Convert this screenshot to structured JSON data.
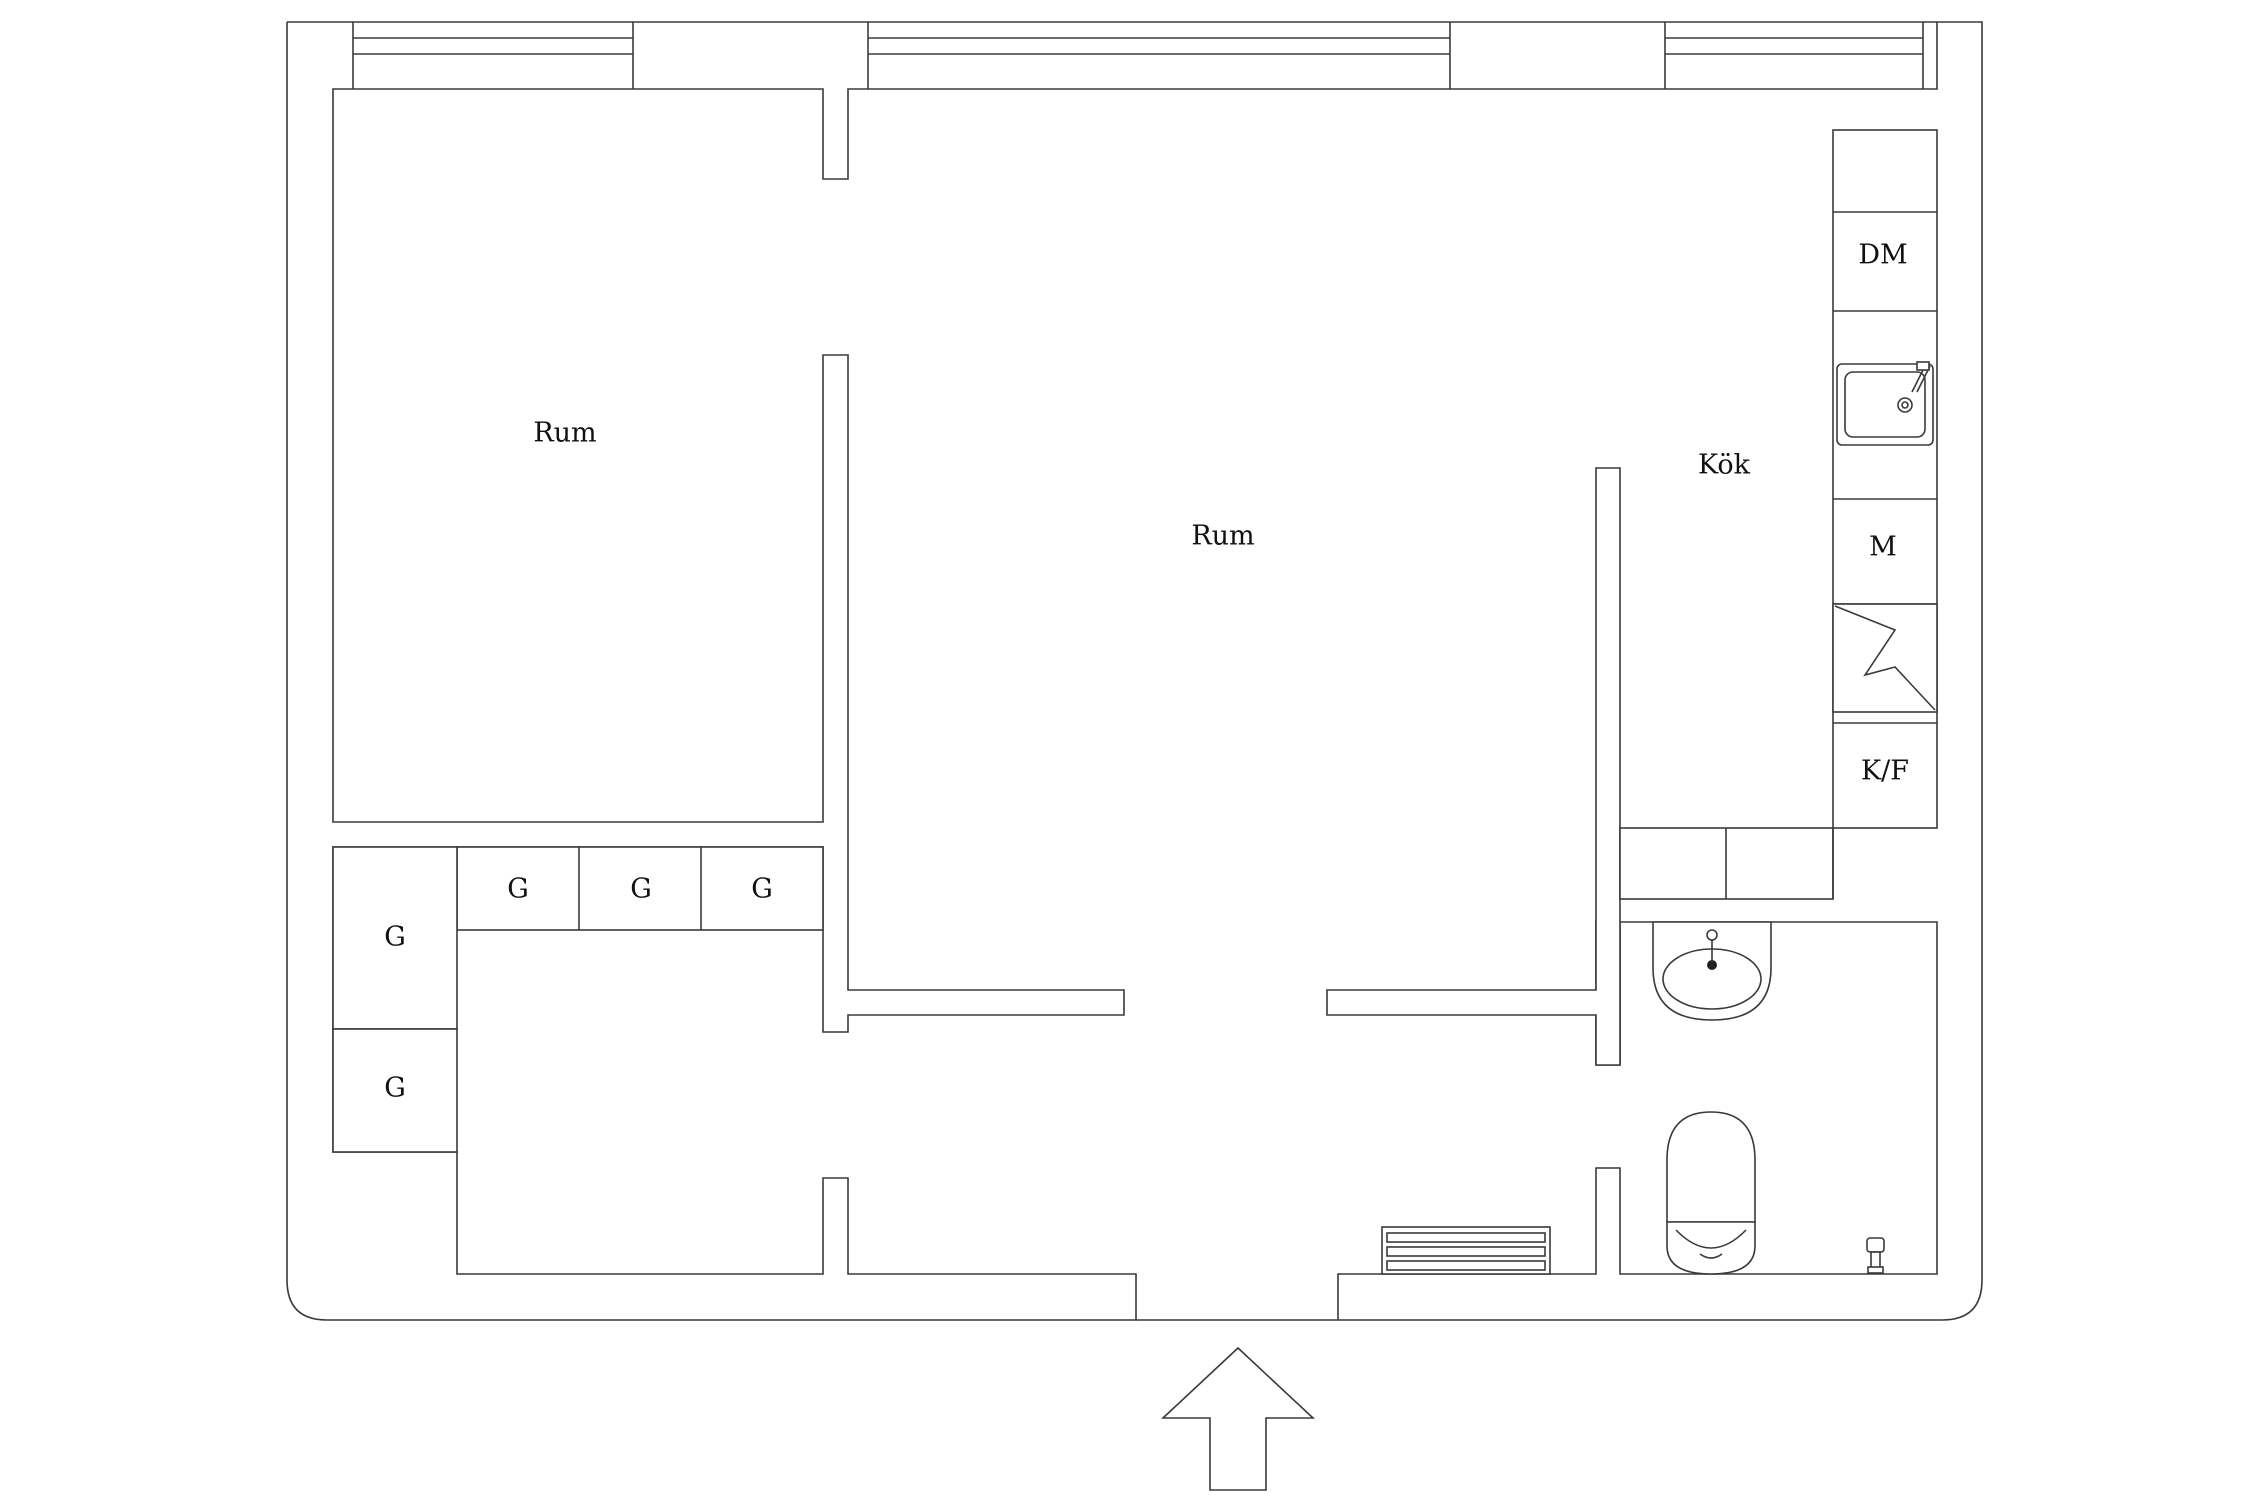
{
  "rooms": {
    "bedroom": "Rum",
    "living_room": "Rum",
    "kitchen": "Kök"
  },
  "kitchen_units": {
    "dishwasher": "DM",
    "microwave": "M",
    "fridge_freezer": "K/F"
  },
  "wardrobes": [
    "G",
    "G",
    "G",
    "G",
    "G"
  ],
  "icons": {
    "entrance": "arrow-up-icon",
    "sink": "kitchen-sink-icon",
    "stove": "stove-icon",
    "washbasin": "washbasin-icon",
    "toilet": "toilet-icon",
    "radiator": "radiator-icon",
    "floor_drain": "floor-drain-icon"
  }
}
